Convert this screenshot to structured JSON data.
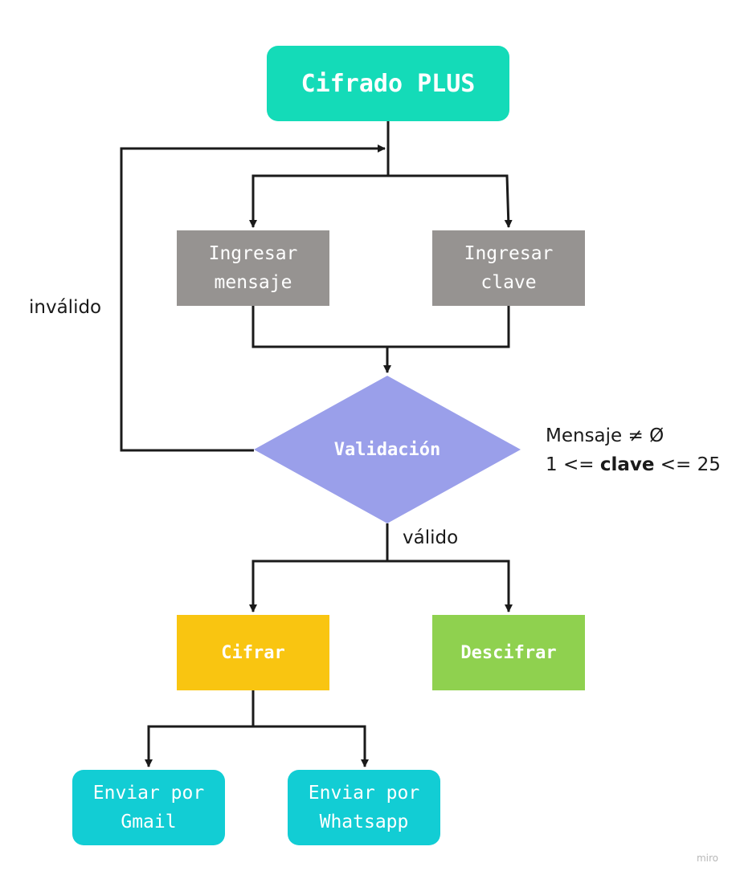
{
  "nodes": {
    "title": "Cifrado PLUS",
    "input_message": "Ingresar\nmensaje",
    "input_key": "Ingresar\nclave",
    "validation": "Validación",
    "encrypt": "Cifrar",
    "decrypt": "Descifrar",
    "send_gmail": "Enviar por\nGmail",
    "send_whatsapp": "Enviar por\nWhatsapp"
  },
  "edges": {
    "invalid_label": "inválido",
    "valid_label": "válido"
  },
  "conditions": {
    "line1": "Mensaje ≠ Ø",
    "line2_prefix": "1 <= ",
    "line2_bold": "clave",
    "line2_suffix": " <= 25"
  },
  "watermark": "miro",
  "colors": {
    "title": "#14dbb8",
    "input": "#969391",
    "validation": "#9a9fea",
    "encrypt": "#f9c511",
    "decrypt": "#8fd14f",
    "send": "#12cdd4",
    "connector": "#1a1a1a"
  }
}
